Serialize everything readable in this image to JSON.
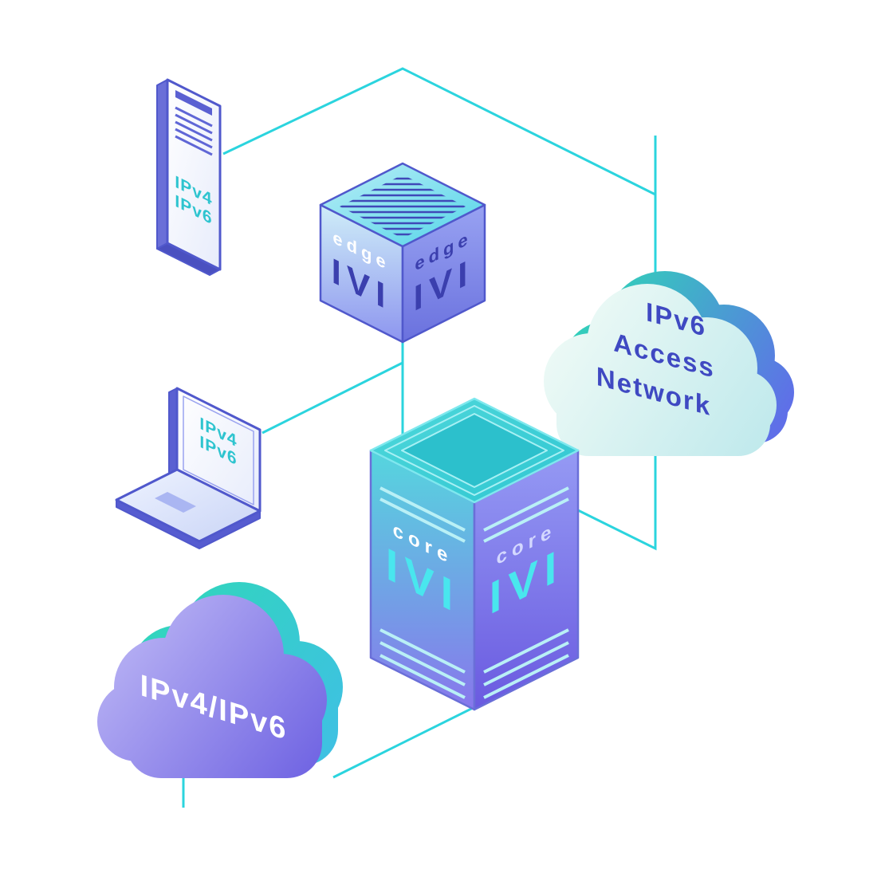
{
  "diagram": {
    "phone": {
      "line1": "IPv4",
      "line2": "IPv6"
    },
    "laptop": {
      "line1": "IPv4",
      "line2": "IPv6"
    },
    "edge_router": {
      "label": "edge",
      "ivi": "IVI"
    },
    "core_router": {
      "label": "core",
      "ivi": "IVI"
    },
    "access_cloud": {
      "line1": "IPv6",
      "line2": "Access",
      "line3": "Network"
    },
    "dual_stack_cloud": {
      "label": "IPv4/IPv6"
    },
    "colors": {
      "connector": "#2bd4de",
      "outline": "#5058cc",
      "device_text": "#2ec4cf",
      "router_text": "#3b3fae",
      "core_accent": "#49e6ee",
      "access_text": "#3f49c2",
      "dual_text": "#ffffff"
    }
  }
}
